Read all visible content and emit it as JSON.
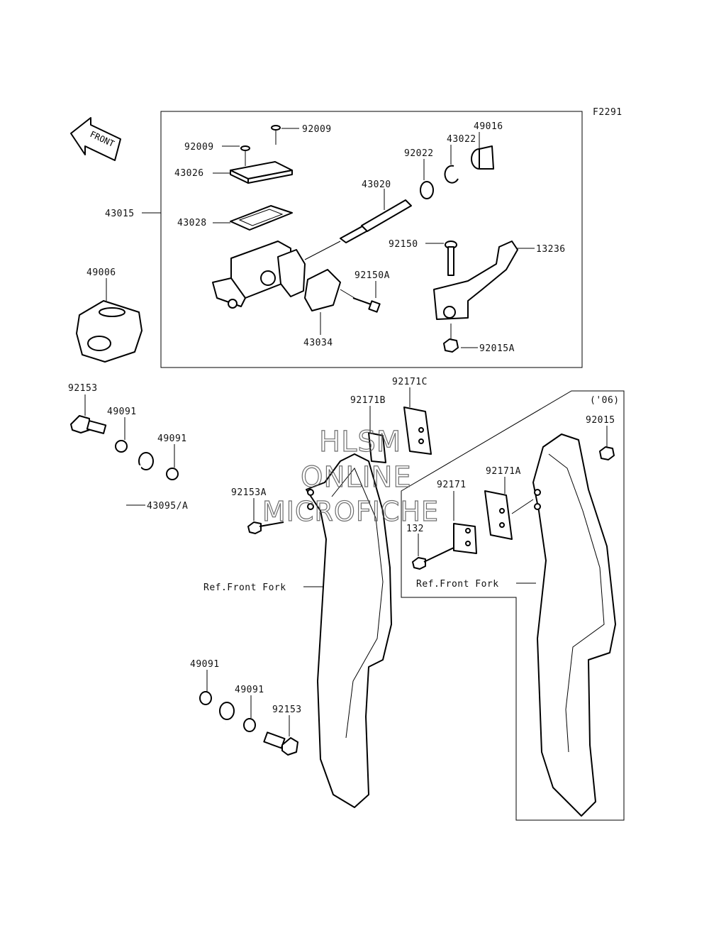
{
  "figure_code": "F2291",
  "front_indicator": "FRONT",
  "labels": {
    "p43015": "43015",
    "p92009a": "92009",
    "p92009b": "92009",
    "p43026": "43026",
    "p43028": "43028",
    "p43020": "43020",
    "p92022": "92022",
    "p43022": "43022",
    "p49016": "49016",
    "p92150": "92150",
    "p13236": "13236",
    "p92150A": "92150A",
    "p43034": "43034",
    "p92015A": "92015A",
    "p49006": "49006",
    "p92153a": "92153",
    "p49091a": "49091",
    "p49091b": "49091",
    "p43095A": "43095/A",
    "p92153A": "92153A",
    "p92171C": "92171C",
    "p92171B": "92171B",
    "p06": "('06)",
    "p92015": "92015",
    "p92171A": "92171A",
    "p92171": "92171",
    "p132": "132",
    "p49091c": "49091",
    "p49091d": "49091",
    "p92153b": "92153"
  },
  "references": {
    "front_fork_left": "Ref.Front Fork",
    "front_fork_right": "Ref.Front Fork"
  },
  "watermark": {
    "line1": "HLSM",
    "line2": "ONLINE",
    "line3": "MICROFICHE"
  }
}
